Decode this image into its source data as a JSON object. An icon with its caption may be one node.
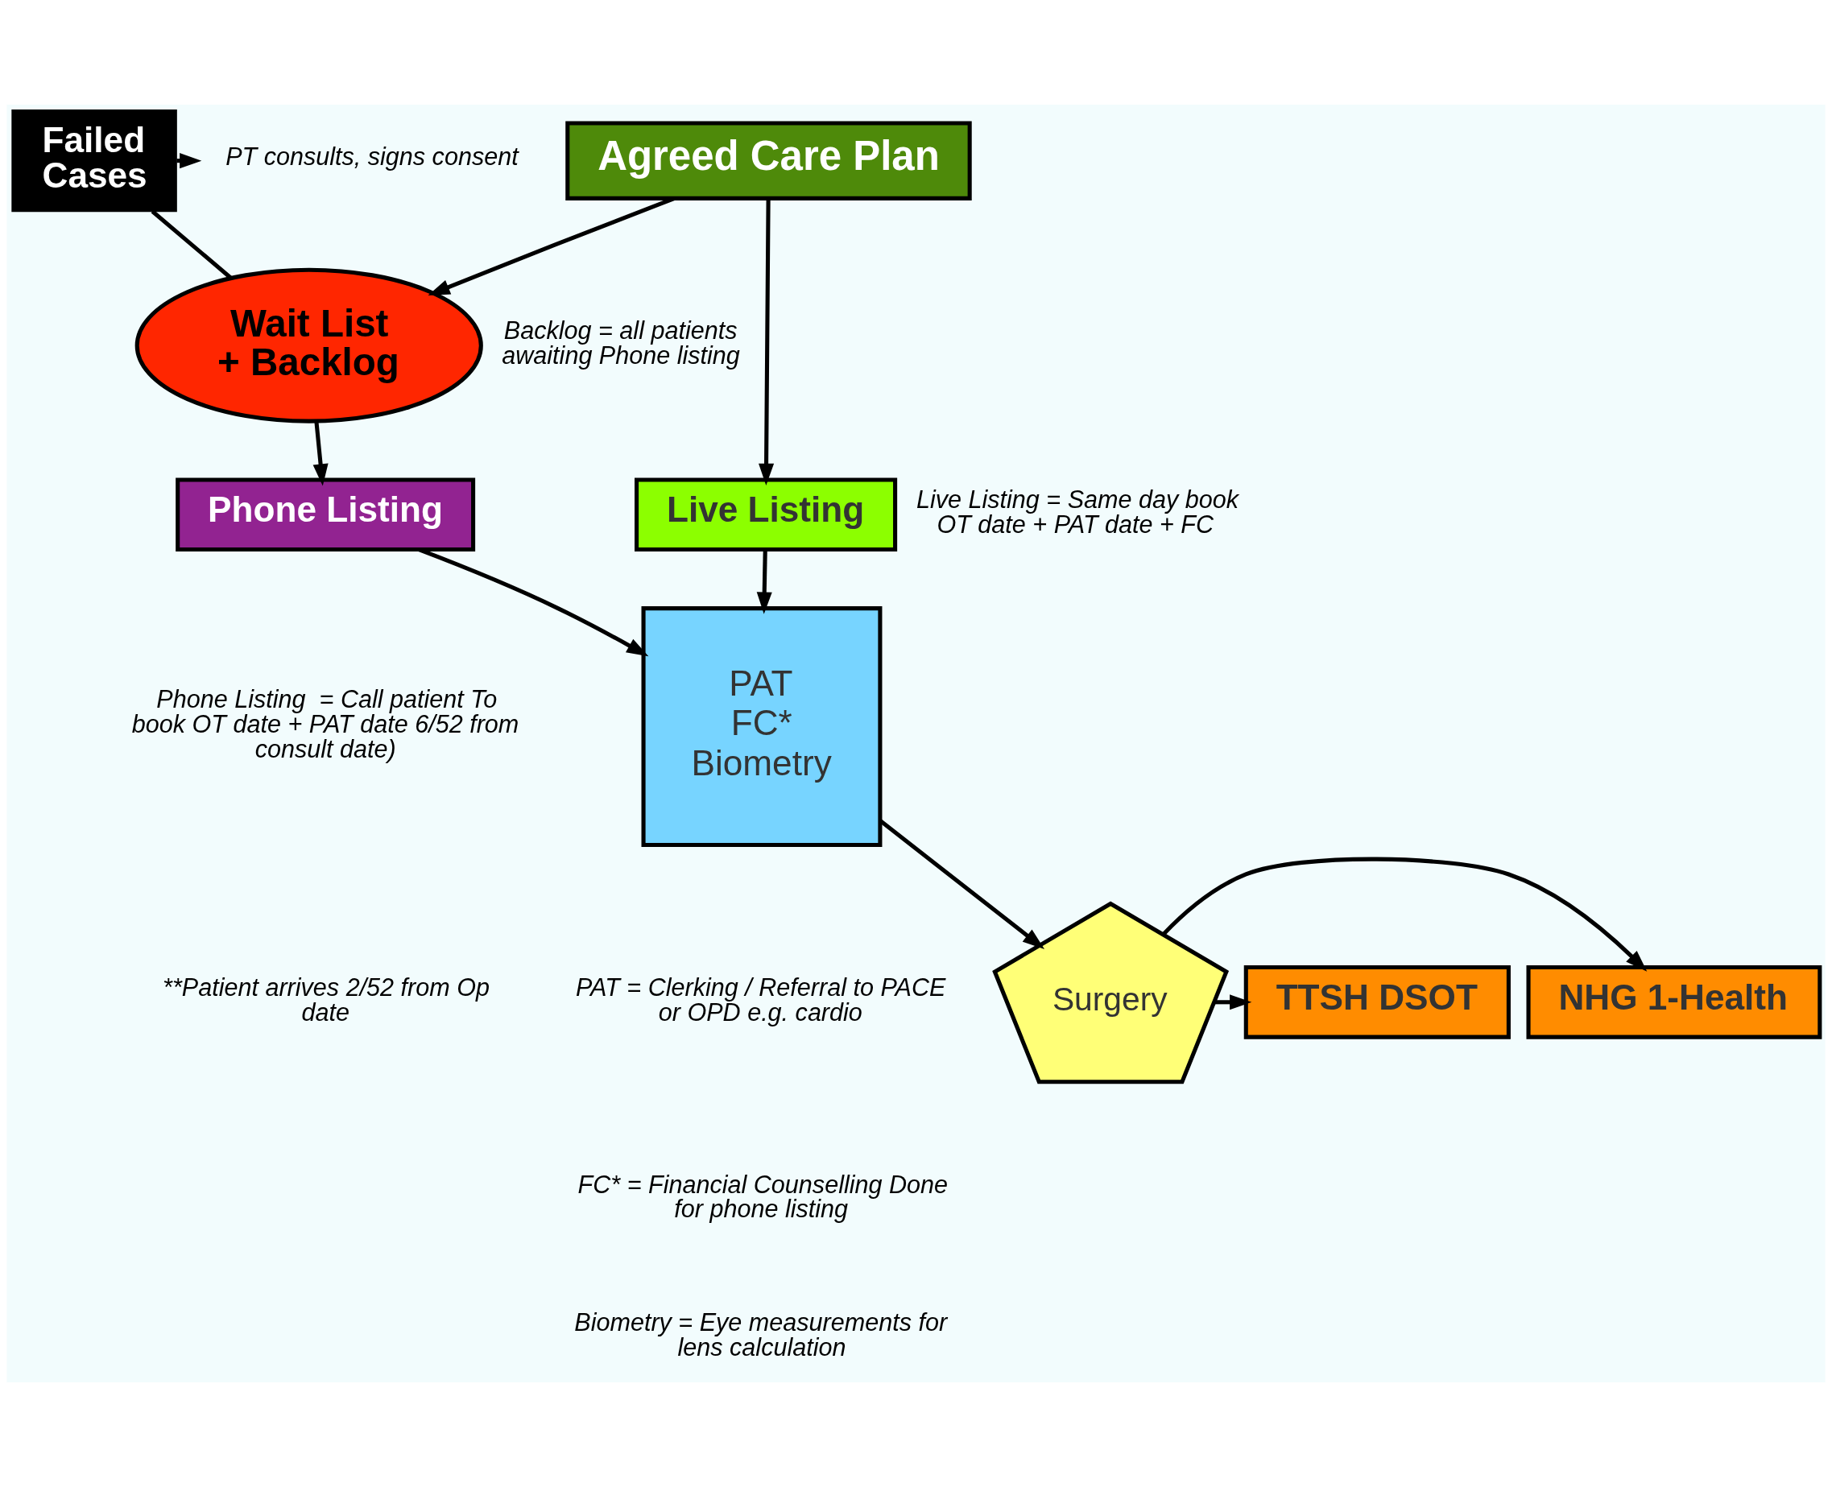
{
  "diagram": {
    "nodes": [
      {
        "text": [
          "Failed Cases"
        ]
      },
      {
        "text": [
          "PT consults, signs consent"
        ]
      },
      {
        "text": [
          "Agreed Care Plan"
        ]
      },
      {
        "text": [
          "Wait List + Backlog"
        ],
        "beside": [
          "Backlog = all patients awaiting Phone listing"
        ]
      },
      {
        "text": [
          "Live Listing"
        ],
        "beside": [
          "Live Listing = Same day book OT date + PAT date + FC"
        ]
      },
      {
        "text": [
          "Phone Listing"
        ]
      },
      {
        "text": [
          "PAT FC* Biometry"
        ]
      },
      {
        "text": [
          "Surgery"
        ]
      },
      {
        "text": [
          "TTSH DSOT"
        ]
      },
      {
        "text": [
          "NHG 1-Health"
        ]
      }
    ],
    "edges": [
      {
        "from": 0,
        "to": 1,
        "arrow": "to"
      },
      {
        "from": 0,
        "to": 3,
        "arrow": "none"
      },
      {
        "from": 2,
        "to": 3,
        "arrow": "to"
      },
      {
        "from": 2,
        "to": 4,
        "arrow": "to"
      },
      {
        "from": 3,
        "to": 5,
        "arrow": "to"
      },
      {
        "from": 5,
        "to": 6,
        "arrow": "to"
      },
      {
        "from": 4,
        "to": 6,
        "arrow": "to"
      },
      {
        "from": 6,
        "to": 7,
        "arrow": "to"
      },
      {
        "from": 7,
        "to": 8,
        "arrow": "to"
      },
      {
        "from": 7,
        "to": 9,
        "arrow": "to"
      }
    ],
    "labels": [
      "Phone Listing  = Call patient To book OT date + PAT date 6/52 from consult date)",
      "**Patient arrives 2/52 from Op date",
      "PAT = Clerking / Referral to PACE or OPD e.g. cardio",
      "FC* = Financial Counselling Done for phone listing",
      "Biometry = Eye measurements for lens calculation"
    ]
  }
}
